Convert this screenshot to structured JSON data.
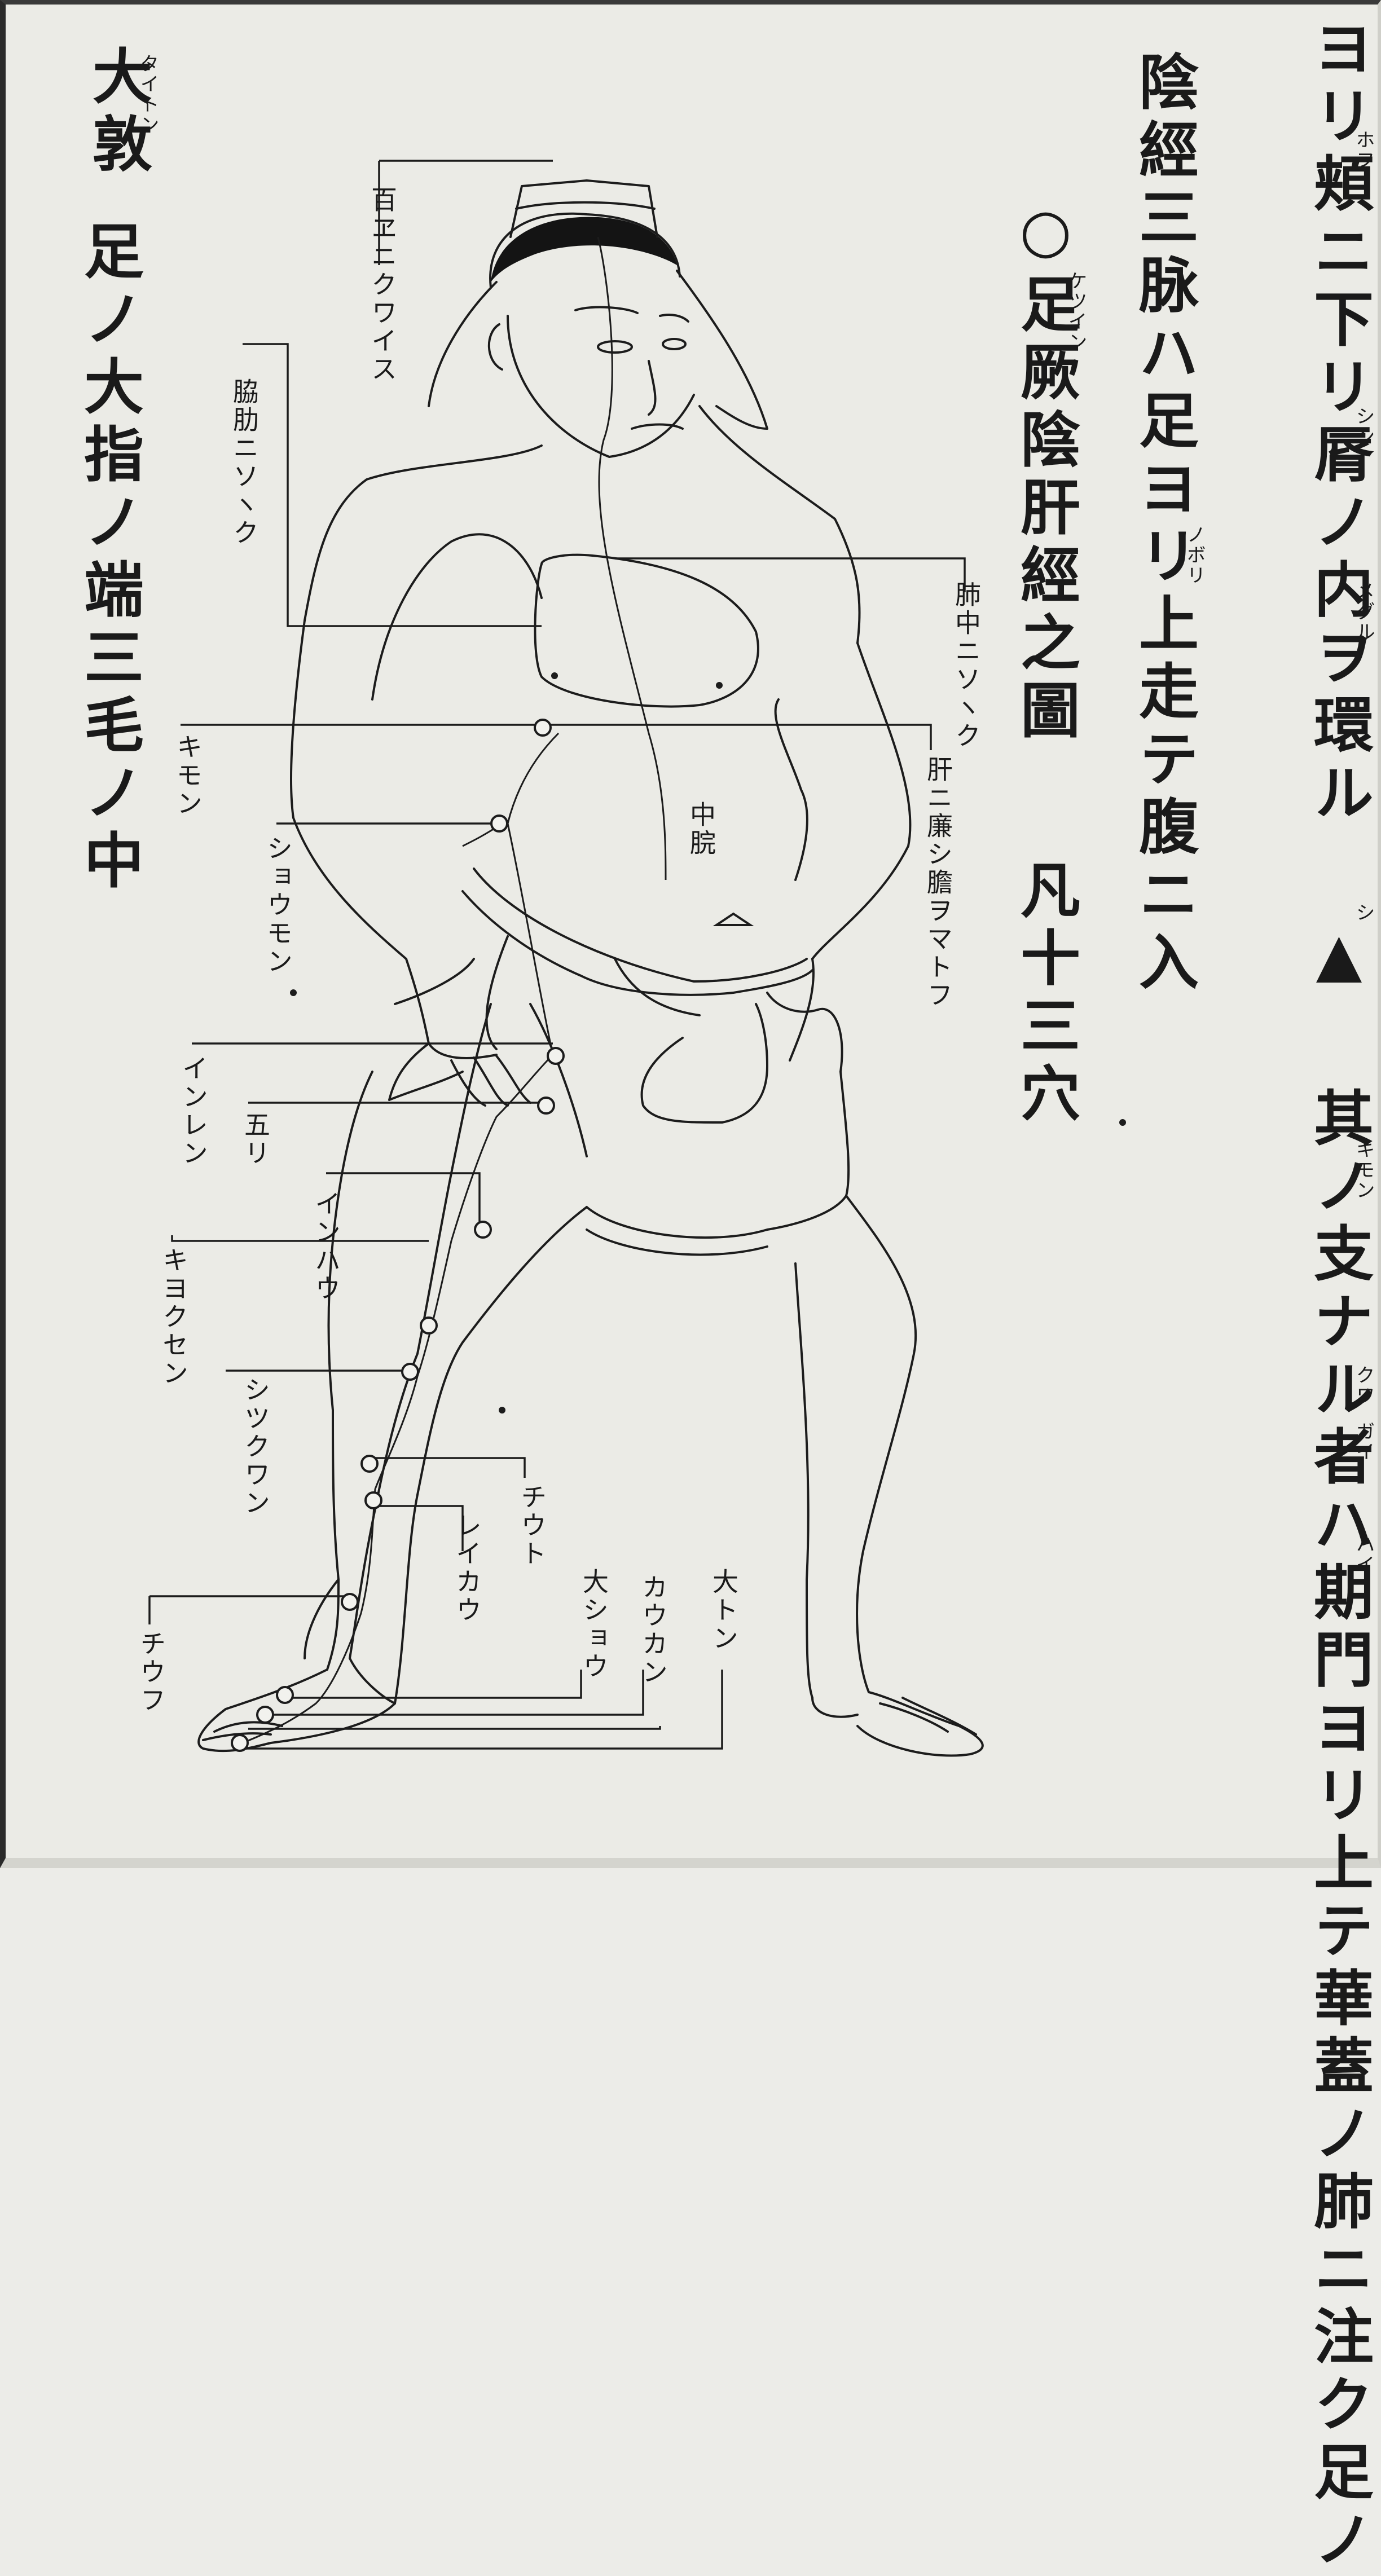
{
  "title_columns": {
    "col1": "ヨリ頬ニ下リ脣ノ内ヲ環ル",
    "col1_symbol": "▲",
    "col1b": "其ノ支ナル者ハ期門ヨリ上テ華蓋ノ肺ニ注ク足ノ",
    "col2": "陰經三脉ハ足ヨリ上走テ腹ニ入",
    "col3": "○足厥陰肝經之圖",
    "col3_count": "凡十三穴"
  },
  "rubies": {
    "hou": "ホフ",
    "shin": "シン",
    "meguru": "メグル",
    "shi": "シ",
    "kimon": "キモン",
    "kuwa": "クワ",
    "gai": "ガイ",
    "hai": "ハイ",
    "ketsuin": "ケツイン",
    "nobori": "ノボリ",
    "taiton": "タイトン"
  },
  "left_text": {
    "title": "大敦",
    "ruby": "タイトン",
    "body": "足ノ大指ノ端三毛ノ中"
  },
  "labels": {
    "hyakue": "百ヱニクワイス",
    "kyoroku": "脇肋ニソヽク",
    "haichu": "肺中ニソヽク",
    "kan_ren": "肝ニ廉シ膽ヲマトフ",
    "kimon": "キモン",
    "shoumon": "ショウモン",
    "chukan": "中脘",
    "inren": "インレン",
    "gori": "五リ",
    "inpou": "インハウ",
    "kyokusen": "キヨクセン",
    "shikkuwan": "シツクワン",
    "chuto": "チウト",
    "reikou": "レイカウ",
    "taishou": "大ショウ",
    "koukan": "カウカン",
    "taiton": "大トン",
    "chuuhou": "チウフ"
  },
  "colors": {
    "paper": "#ebebe6",
    "ink": "#1c1c1c"
  }
}
